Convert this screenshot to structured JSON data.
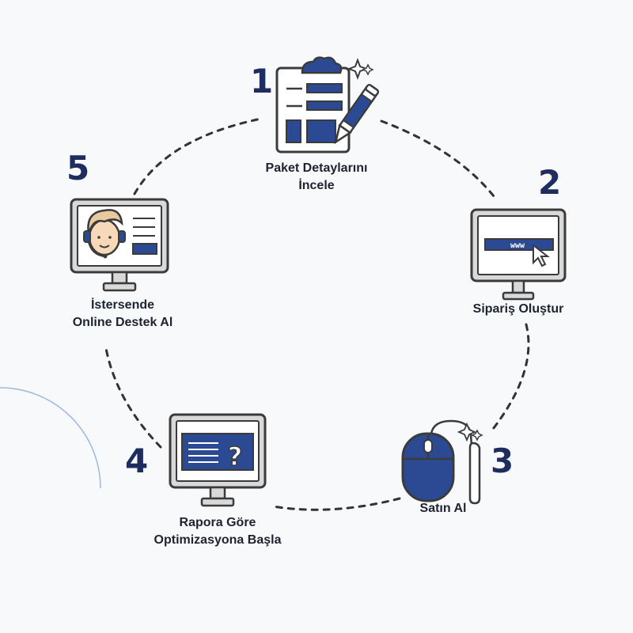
{
  "colors": {
    "navy": "#2c4993",
    "dark_navy": "#1e2d5e",
    "outline": "#3b3b3b",
    "screen_bg": "#ffffff",
    "frame_gray": "#d9d9d9",
    "accent_arc": "#9fb8dd"
  },
  "steps": [
    {
      "number": "1",
      "line1": "Paket Detaylarını",
      "line2": "İncele",
      "icon": "clipboard-pen-icon"
    },
    {
      "number": "2",
      "line1": "Sipariş Oluştur",
      "line2": "",
      "icon": "browser-url-monitor-icon"
    },
    {
      "number": "3",
      "line1": "Satın Al",
      "line2": "",
      "icon": "mouse-icon"
    },
    {
      "number": "4",
      "line1": "Rapora Göre",
      "line2": "Optimizasyona Başla",
      "icon": "monitor-question-icon"
    },
    {
      "number": "5",
      "line1": "İstersende",
      "line2": "Online Destek Al",
      "icon": "support-agent-monitor-icon"
    }
  ],
  "browser_url_text": "www",
  "question_mark": "?"
}
